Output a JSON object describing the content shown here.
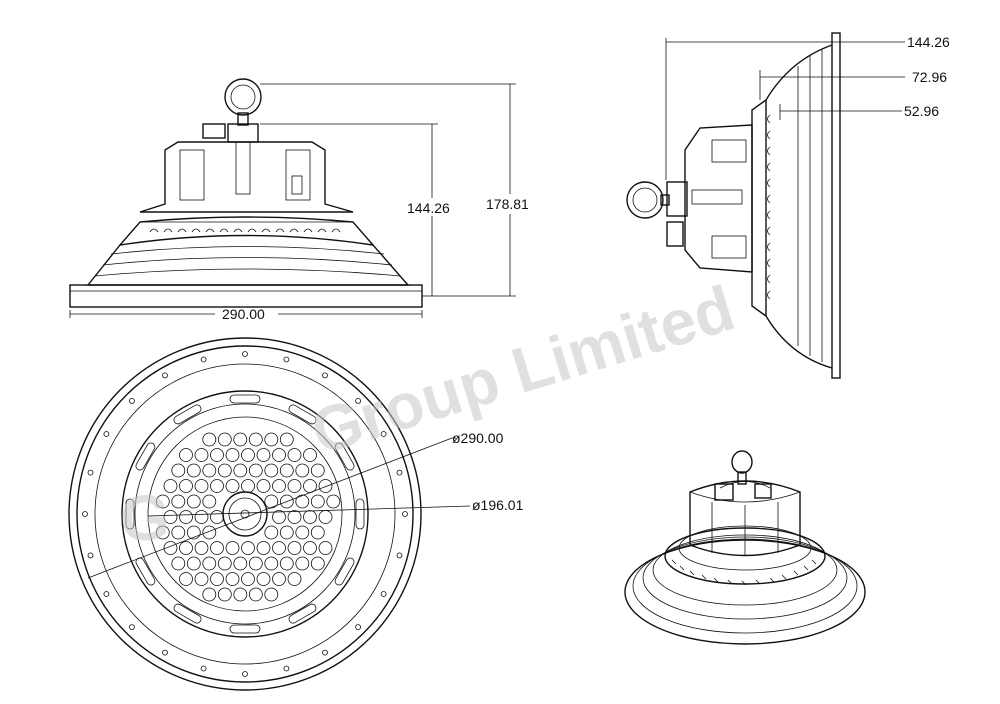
{
  "dimensions": {
    "front_width": "290.00",
    "front_body_height": "144.26",
    "front_total_height": "178.81",
    "side_depth_total": "144.26",
    "side_depth_mid": "72.96",
    "side_depth_inner": "52.96",
    "bottom_outer_diameter": "ø290.00",
    "bottom_inner_diameter": "ø196.01"
  },
  "watermark": {
    "text": "Group Limited",
    "leading": "G"
  },
  "colors": {
    "line": "#111111",
    "watermark": "#c8c8c8",
    "background": "#ffffff"
  }
}
